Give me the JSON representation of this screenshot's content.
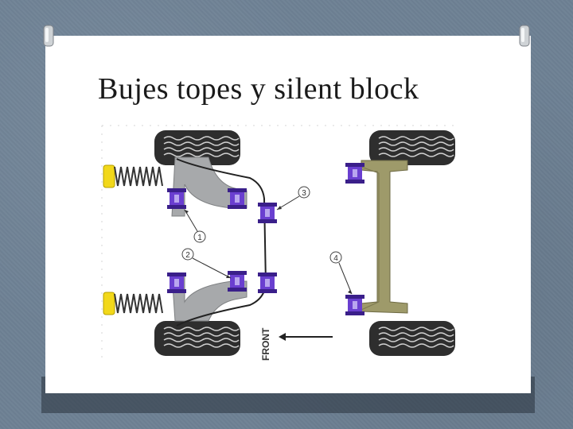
{
  "slide": {
    "title": "Bujes topes y silent block"
  },
  "diagram": {
    "direction_label": "FRONT",
    "callouts": [
      "1",
      "2",
      "3",
      "4"
    ],
    "colors": {
      "bushing": "#6a3fd0",
      "bushing_dark": "#3a1f8a",
      "spring": "#333333",
      "spring_mount": "#f2d81a",
      "arm": "#a7a9ab",
      "rear_beam": "#9e9a6a",
      "tire": "#2e2e2e"
    }
  }
}
